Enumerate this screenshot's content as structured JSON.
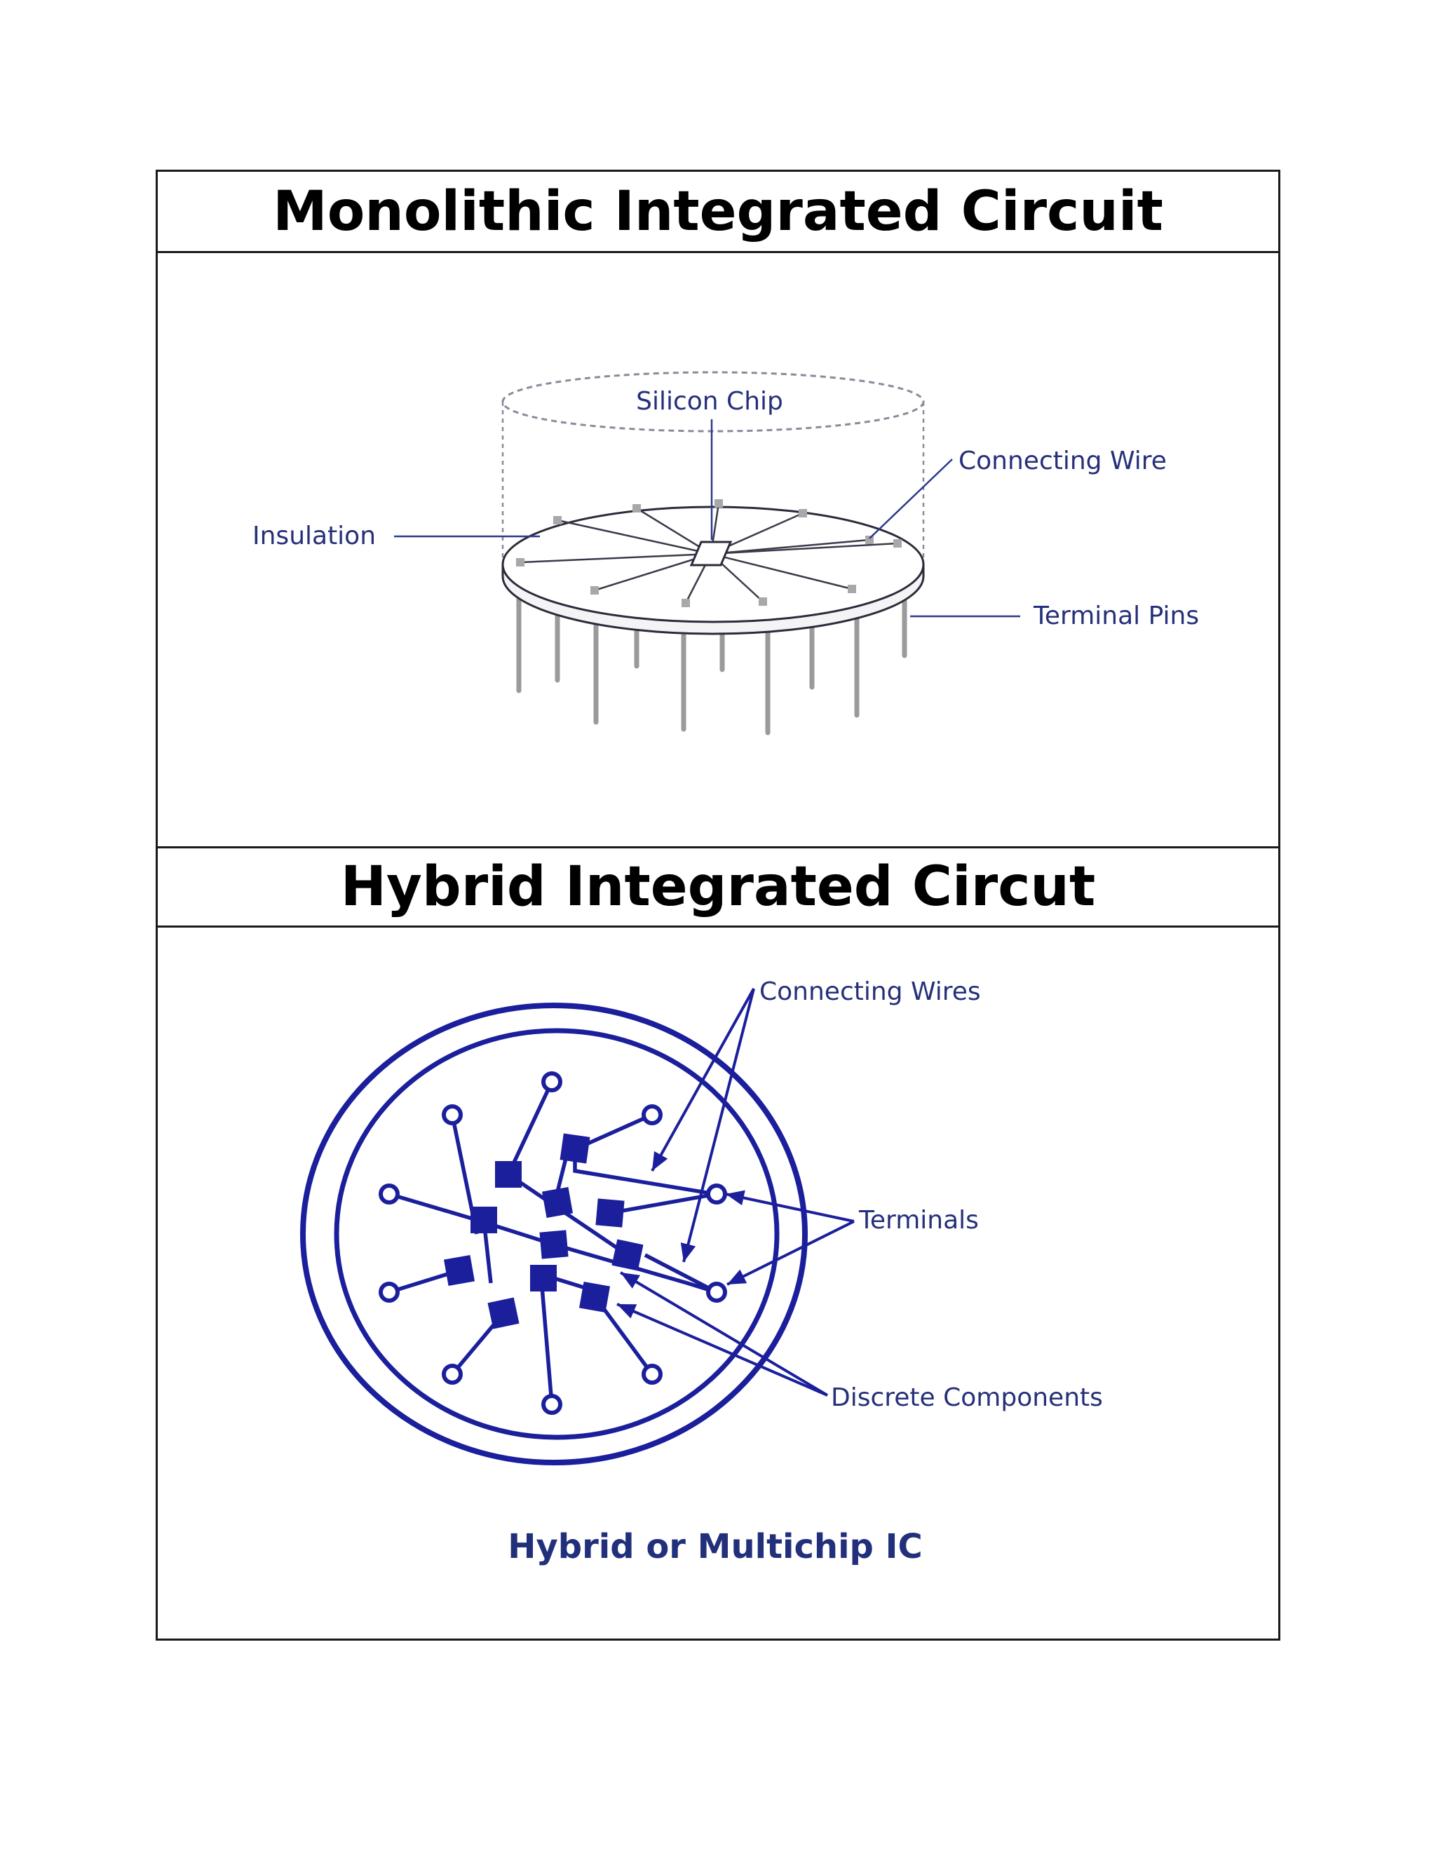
{
  "sections": [
    {
      "title": "Monolithic Integrated Circuit",
      "labels": {
        "silicon_chip": "Silicon Chip",
        "connecting_wire": "Connecting Wire",
        "insulation": "Insulation",
        "terminal_pins": "Terminal Pins"
      }
    },
    {
      "title": "Hybrid Integrated Circut",
      "labels": {
        "connecting_wires": "Connecting Wires",
        "terminals": "Terminals",
        "discrete_components": "Discrete Components",
        "caption": "Hybrid or Multichip IC"
      }
    }
  ],
  "colors": {
    "ink": "#26307a",
    "hybrid": "#1b1f9c",
    "pin": "#9a9a9a",
    "border": "#1a1a1a"
  }
}
